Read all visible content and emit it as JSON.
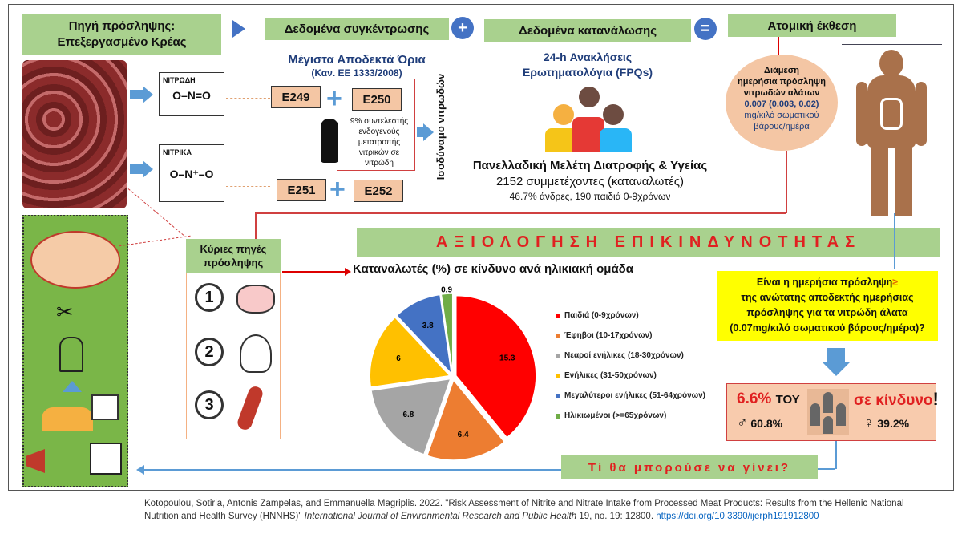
{
  "source": {
    "title": "Πηγή πρόσληψης:\nΕπεξεργασμένο Κρέας"
  },
  "concentration": {
    "title": "Δεδομένα συγκέντρωσης",
    "limits_title": "Μέγιστα Αποδεκτά Όρια",
    "regulation": "(Καν. ΕΕ 1333/2008)",
    "nitrites_label": "ΝΙΤΡΩΔΗ",
    "nitrates_label": "ΝΙΤΡΙΚΑ",
    "additives": [
      "E249",
      "E250",
      "E251",
      "E252"
    ],
    "conversion_note": "9% συντελεστής ενδογενούς μετατροπής νιτρικών σε νιτρώδη",
    "equivalent_label": "Ισοδύναμο νιτρωδών"
  },
  "operators": {
    "plus": "+",
    "equals": "="
  },
  "consumption": {
    "title": "Δεδομένα κατανάλωσης",
    "method": "24-h Ανακλήσεις\nΕρωτηματολόγια (FPQs)",
    "survey": "Πανελλαδική Μελέτη Διατροφής & Υγείας",
    "participants": "2152 συμμετέχοντες (καταναλωτές)",
    "demographics": "46.7% άνδρες, 190 παιδιά 0-9χρόνων"
  },
  "exposure": {
    "title": "Ατομική έκθεση",
    "bubble_l1": "Διάμεση",
    "bubble_l2": "ημερήσια πρόσληψη",
    "bubble_l3": "νιτρωδών αλάτων",
    "bubble_value": "0.007 (0.003, 0.02)",
    "bubble_l5": "mg/κιλό σωματικού",
    "bubble_l6": "βάρους/ημέρα"
  },
  "risk": {
    "banner": "ΑΞΙΟΛΟΓΗΣΗ ΕΠΙΚΙΝΔΥΝΟΤΗΤΑΣ",
    "question_l1": "Είναι η ημερήσια πρόσληψη",
    "question_sym": "≥",
    "question_l2": "της ανώτατης αποδεκτής ημερήσιας",
    "question_l3": "πρόσληψης για τα νιτρώδη άλατα",
    "question_l4": "(0.07mg/κιλό σωματικού βάρους/ημέρα)?",
    "result_pct": "6.6%",
    "result_of": "ΤΟΥ",
    "result_at_risk": "σε κίνδυνο",
    "result_excl": "!",
    "male_symbol": "♂",
    "male_pct": "60.8%",
    "female_symbol": "♀",
    "female_pct": "39.2%"
  },
  "main_sources": {
    "title": "Κύριες πηγές\nπρόσληψης",
    "ranks": [
      "1",
      "2",
      "3"
    ]
  },
  "action": {
    "label": "Τί θα μπορούσε να γίνει?"
  },
  "citation": {
    "text": "Kotopoulou, Sotiria, Antonis Zampelas, and Emmanuella Magriplis. 2022. \"Risk Assessment of Nitrite and Nitrate Intake from Processed Meat Products: Results from the Hellenic National Nutrition and Health Survey (HNNHS)\" ",
    "journal": "International Journal of Environmental Research and Public Health",
    "rest": " 19, no. 19: 12800. ",
    "doi": "https://doi.org/10.3390/ijerph191912800"
  },
  "chart_data": {
    "type": "pie",
    "title": "Καταναλωτές (%) σε κίνδυνο ανά ηλικιακή ομάδα",
    "categories": [
      "Παιδιά (0-9χρόνων)",
      "Έφηβοι (10-17χρόνων)",
      "Νεαροί ενήλικες (18-30χρόνων)",
      "Ενήλικες (31-50χρόνων)",
      "Μεγαλύτεροι ενήλικες (51-64χρόνων)",
      "Ηλικιωμένοι (>=65χρόνων)"
    ],
    "values": [
      15.3,
      6.4,
      6.8,
      6,
      3.8,
      0.9
    ],
    "labels": [
      "15.3",
      "6.4",
      "6.8",
      "6",
      "3.8",
      "0.9"
    ],
    "colors": [
      "#ff0000",
      "#ed7d31",
      "#a5a5a5",
      "#ffc000",
      "#4472c4",
      "#70ad47"
    ],
    "legend": "right"
  }
}
